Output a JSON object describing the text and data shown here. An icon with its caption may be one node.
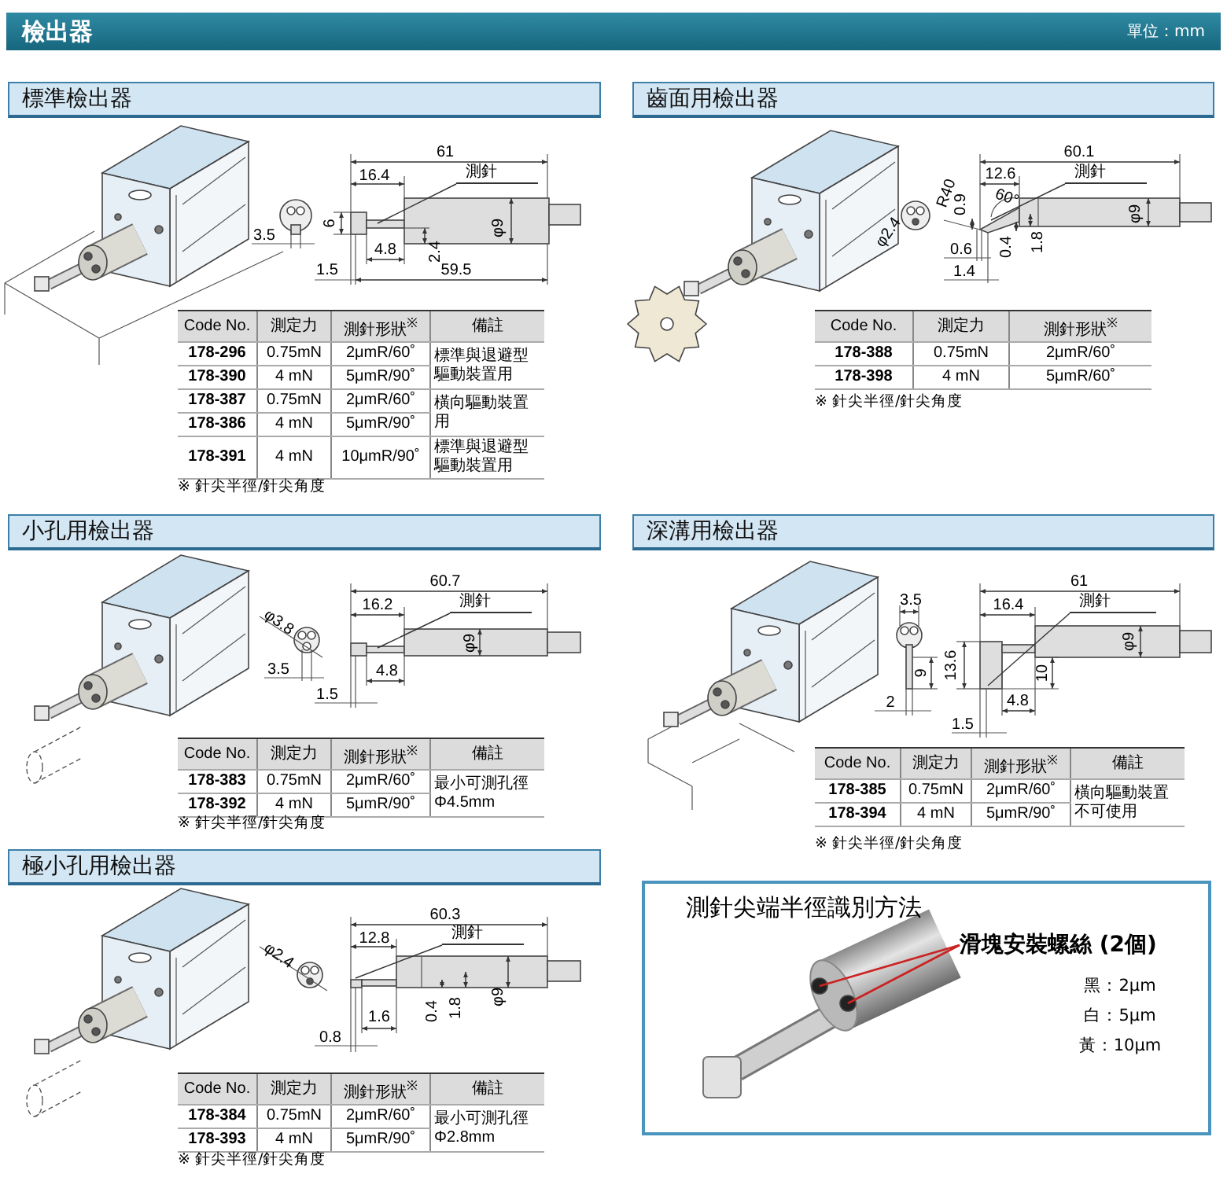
{
  "diagram": {
    "nodes": [
      {
        "text": [
          "檢出器",
          "單位：mm"
        ]
      },
      {
        "text": [
          "標準檢出器"
        ]
      },
      {
        "text": [
          "測針"
        ]
      },
      {
        "text": [
          "齒面用檢出器"
        ]
      },
      {
        "text": [
          "測針"
        ]
      },
      {
        "text": [
          "小孔用檢出器"
        ]
      },
      {
        "text": [
          "測針"
        ]
      },
      {
        "text": [
          "深溝用檢出器"
        ]
      },
      {
        "text": [
          "測針"
        ]
      },
      {
        "text": [
          "極小孔用檢出器"
        ]
      },
      {
        "text": [
          "測針"
        ]
      },
      {
        "text": [
          "測針尖端半徑識別方法"
        ]
      },
      {
        "text": [
          "滑塊安裝螺絲 (2個)"
        ],
        "in": 11
      }
    ],
    "edges": [
      {
        "from": 2,
        "to": null,
        "arrow": "none"
      },
      {
        "from": 4,
        "to": null,
        "arrow": "none"
      },
      {
        "from": 6,
        "to": null,
        "arrow": "none"
      },
      {
        "from": 8,
        "to": null,
        "arrow": "none"
      },
      {
        "from": 10,
        "to": null,
        "arrow": "none"
      },
      {
        "from": 12,
        "to": null,
        "arrow": "none",
        "color": "#cc2222"
      },
      {
        "from": 12,
        "to": null,
        "arrow": "none",
        "color": "#cc2222"
      }
    ],
    "labels": [
      "61",
      "16.4",
      "6",
      "3.5",
      "4.8",
      "2.4",
      "φ9",
      "1.5",
      "59.5",
      "Code No.",
      "測定力",
      "測針形狀$^{※}$",
      "備註",
      "178-296",
      "0.75mN",
      "2μmR/60˚",
      "標準與退避型驅動裝置用",
      "178-390",
      "4 mN",
      "5μmR/90˚",
      "178-387",
      "0.75mN",
      "2μmR/60˚",
      "橫向驅動裝置用",
      "178-386",
      "4 mN",
      "5μmR/90˚",
      "178-391",
      "4 mN",
      "10μmR/90˚",
      "標準與退避型驅動裝置用",
      "※ 針尖半徑/針尖角度",
      "60.1",
      "12.6",
      "R40",
      "0.9",
      "60°",
      "φ2.4",
      "0.6",
      "0.4",
      "1.8",
      "φ9",
      "1.4",
      "Code No.",
      "測定力",
      "測針形狀$^{※}$",
      "178-388",
      "0.75mN",
      "2μmR/60˚",
      "178-398",
      "4 mN",
      "5μmR/60˚",
      "※ 針尖半徑/針尖角度",
      "60.7",
      "16.2",
      "φ3.8",
      "3.5",
      "4.8",
      "φ9",
      "1.5",
      "Code No.",
      "測定力",
      "測針形狀$^{※}$",
      "備註",
      "178-383",
      "0.75mN",
      "2μmR/60˚",
      "最小可測孔徑 Φ4.5mm",
      "178-392",
      "4 mN",
      "5μmR/90˚",
      "※ 針尖半徑/針尖角度",
      "61",
      "3.5",
      "16.4",
      "13.6",
      "9",
      "10",
      "φ9",
      "2",
      "4.8",
      "1.5",
      "Code No.",
      "測定力",
      "測針形狀$^{※}$",
      "備註",
      "178-385",
      "0.75mN",
      "2μmR/60˚",
      "橫向驅動裝置不可使用",
      "178-394",
      "4 mN",
      "5μmR/90˚",
      "※ 針尖半徑/針尖角度",
      "60.3",
      "12.8",
      "φ2.4",
      "1.6",
      "0.4",
      "1.8",
      "φ9",
      "0.8",
      "Code No.",
      "測定力",
      "測針形狀$^{※}$",
      "備註",
      "178-384",
      "0.75mN",
      "2μmR/60˚",
      "最小可測孔徑 Φ2.8mm",
      "178-393",
      "4 mN",
      "5μmR/90˚",
      "※ 針尖半徑/針尖角度",
      "黑：2μm",
      "白：5μm",
      "黃：10μm"
    ]
  }
}
